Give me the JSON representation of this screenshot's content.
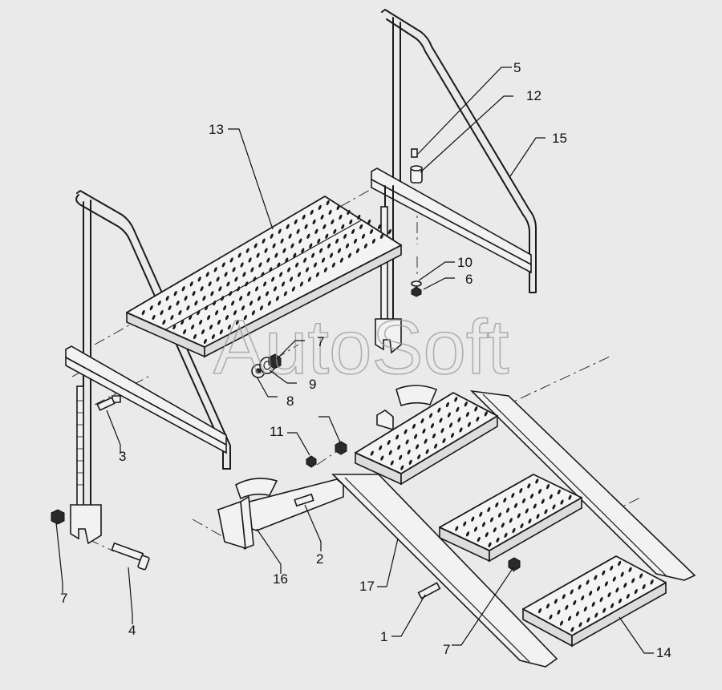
{
  "watermark": "AutoSoft",
  "callouts": {
    "c1": "1",
    "c2": "2",
    "c3": "3",
    "c4": "4",
    "c5": "5",
    "c6": "6",
    "c7a": "7",
    "c7b": "7",
    "c7c": "7",
    "c8": "8",
    "c9": "9",
    "c10": "10",
    "c11": "11",
    "c12": "12",
    "c13": "13",
    "c14": "14",
    "c15": "15",
    "c16": "16",
    "c17": "17"
  }
}
